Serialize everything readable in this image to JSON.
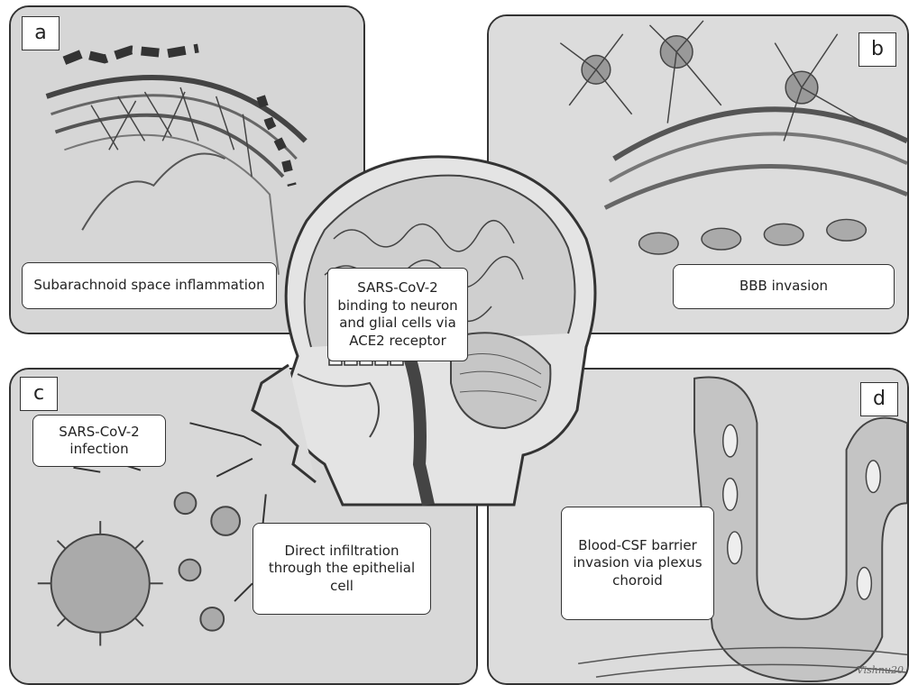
{
  "panels": {
    "a": {
      "letter": "a",
      "label": "Subarachnoid space inflammation"
    },
    "b": {
      "letter": "b",
      "label": "BBB invasion"
    },
    "c": {
      "letter": "c",
      "label_top": "SARS-CoV-2 infection",
      "label_bottom": "Direct infiltration through the epithelial cell"
    },
    "d": {
      "letter": "d",
      "label": "Blood-CSF barrier invasion via plexus choroid"
    }
  },
  "center_label": "SARS-CoV-2 binding to neuron and glial cells via ACE2 receptor",
  "signature": "Vishnu20"
}
